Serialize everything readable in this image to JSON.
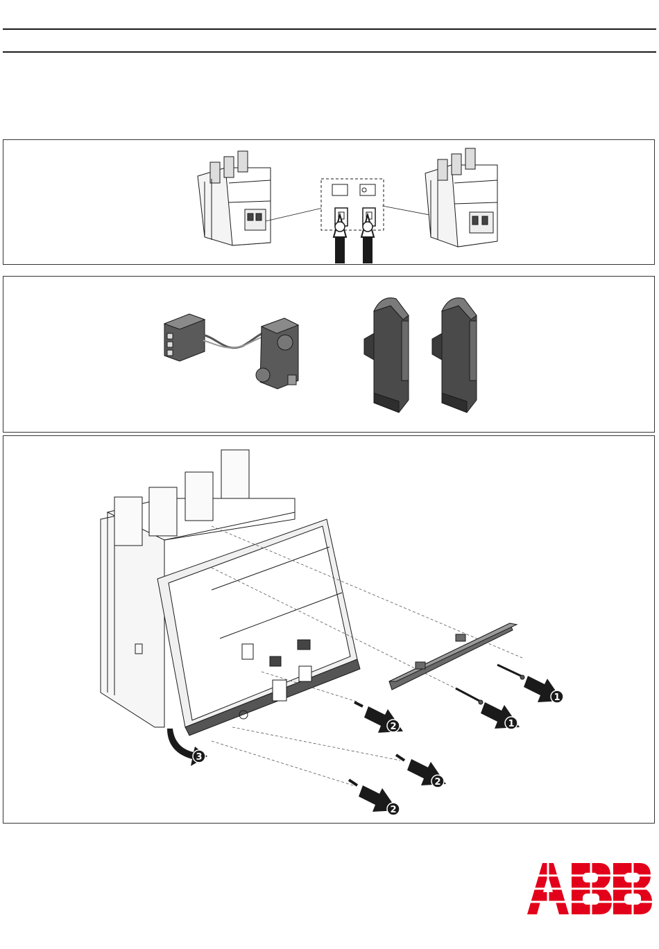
{
  "header": {
    "top_rule": "",
    "bottom_rule": ""
  },
  "colors": {
    "line": "#1a1a1a",
    "dark_part": "#4a4a4a",
    "mid_part": "#7a7a7a",
    "light_part": "#c8c8c8",
    "logo_red": "#e2001a"
  },
  "figure1": {
    "left_label_a": "",
    "steps": []
  },
  "figure2": {},
  "figure3": {
    "step_labels": {
      "remove_screws": "1",
      "remove_front_screws": "2",
      "rotate": "3"
    }
  },
  "brand": {
    "logo_text": "ABB"
  }
}
